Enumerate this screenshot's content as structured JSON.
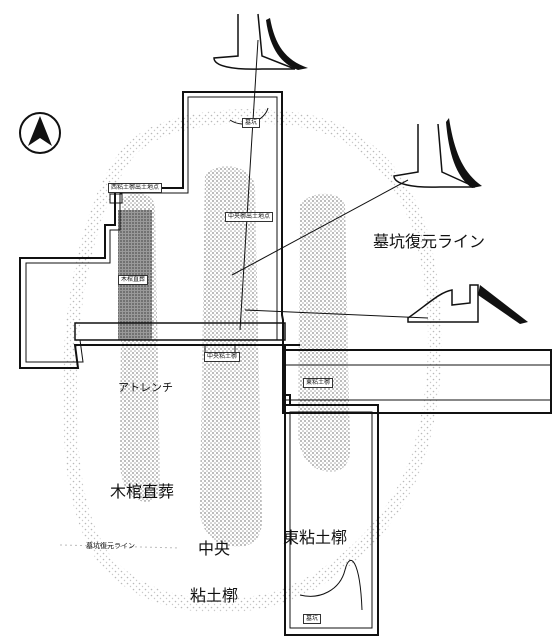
{
  "labels": {
    "pit_restoration_line": "墓坑復元ライン",
    "wooden_coffin_burial": "木棺直葬",
    "center": "中央",
    "clay_chamber": "粘土槨",
    "east_clay_chamber": "東粘土槨",
    "trench": "アトレンチ",
    "pit_restoration_line_small": "墓坑復元ライン"
  },
  "small_labels": {
    "top_pit": "墓坑",
    "bottom_pit": "墓坑",
    "center_detected_top": "中央槨出土地点",
    "east_detected": "東粘土槨",
    "west_detected": "西粘土槨出土地点",
    "west_mid": "木棺直葬",
    "center_mid": "中央粘土槨"
  },
  "colors": {
    "ink": "#111111",
    "stipple": "#9a9a9a",
    "dark_stipple": "#6c6c6c",
    "paper": "#ffffff"
  }
}
